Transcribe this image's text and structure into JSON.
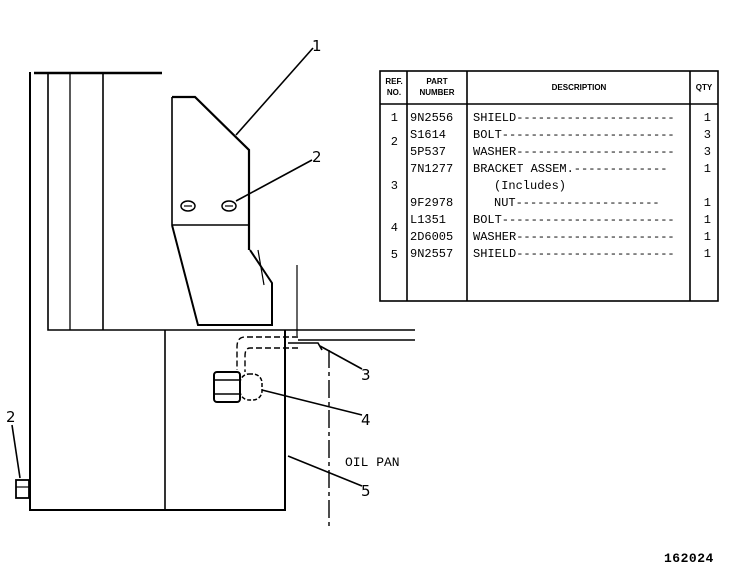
{
  "callouts": {
    "c1": "1",
    "c2_top": "2",
    "c2_left": "2",
    "c3": "3",
    "c4": "4",
    "c5": "5"
  },
  "labels": {
    "oil_pan": "OIL PAN",
    "drawing_number": "162024"
  },
  "parts_table": {
    "headers": {
      "ref_1": "REF.",
      "ref_2": "NO.",
      "part_1": "PART",
      "part_2": "NUMBER",
      "description": "DESCRIPTION",
      "qty": "QTY"
    },
    "ref_numbers": [
      "1",
      "2",
      "3",
      "4",
      "5"
    ],
    "rows": [
      {
        "part": "9N2556",
        "description": "SHIELD----------------------",
        "qty": "1"
      },
      {
        "part": "S1614",
        "description": "BOLT------------------------",
        "qty": "3"
      },
      {
        "part": "5P537",
        "description": "WASHER----------------------",
        "qty": "3"
      },
      {
        "part": "7N1277",
        "description": "BRACKET ASSEM.-------------",
        "qty": "1"
      },
      {
        "part": "",
        "description": "(Includes)",
        "qty": ""
      },
      {
        "part": "9F2978",
        "description": "NUT--------------------",
        "qty": "1"
      },
      {
        "part": "L1351",
        "description": "BOLT------------------------",
        "qty": "1"
      },
      {
        "part": "2D6005",
        "description": "WASHER----------------------",
        "qty": "1"
      },
      {
        "part": "9N2557",
        "description": "SHIELD----------------------",
        "qty": "1"
      }
    ]
  }
}
